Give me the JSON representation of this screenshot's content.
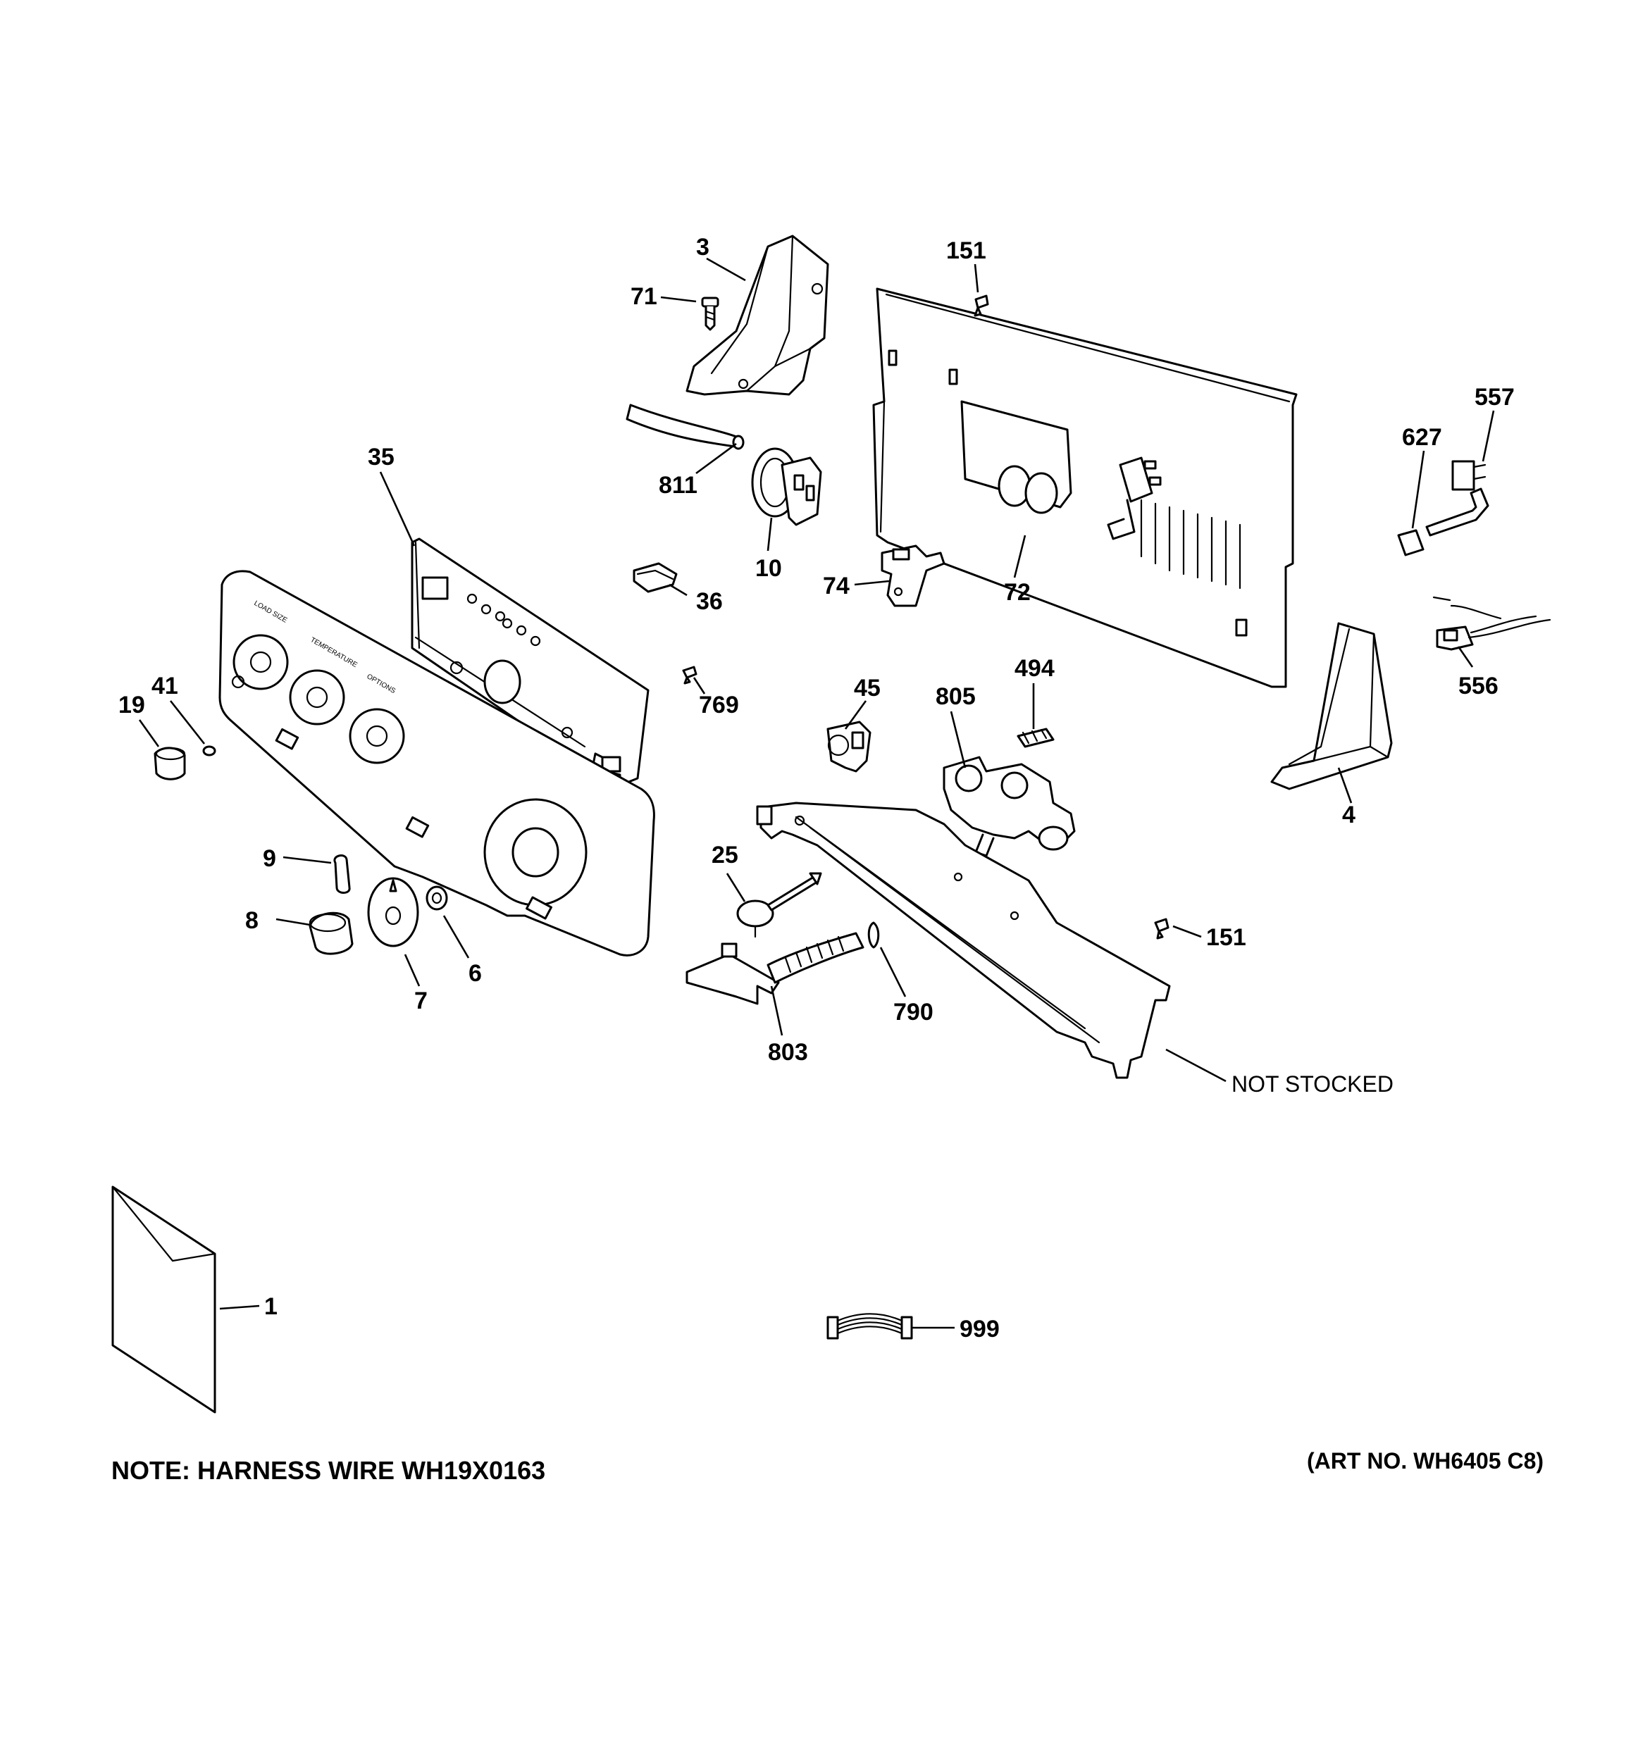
{
  "diagram": {
    "callouts": [
      "3",
      "71",
      "151",
      "557",
      "627",
      "811",
      "10",
      "35",
      "36",
      "74",
      "72",
      "4",
      "556",
      "769",
      "41",
      "19",
      "45",
      "805",
      "494",
      "25",
      "9",
      "8",
      "7",
      "6",
      "790",
      "803",
      "151",
      "1",
      "999"
    ],
    "not_stocked_label": "NOT STOCKED",
    "note": "NOTE: HARNESS WIRE WH19X0163",
    "art_number": "(ART NO. WH6405 C8)",
    "panel_labels": [
      "LOAD SIZE",
      "TEMPERATURE",
      "OPTIONS"
    ]
  },
  "colors": {
    "line": "#000000",
    "background": "#ffffff"
  }
}
